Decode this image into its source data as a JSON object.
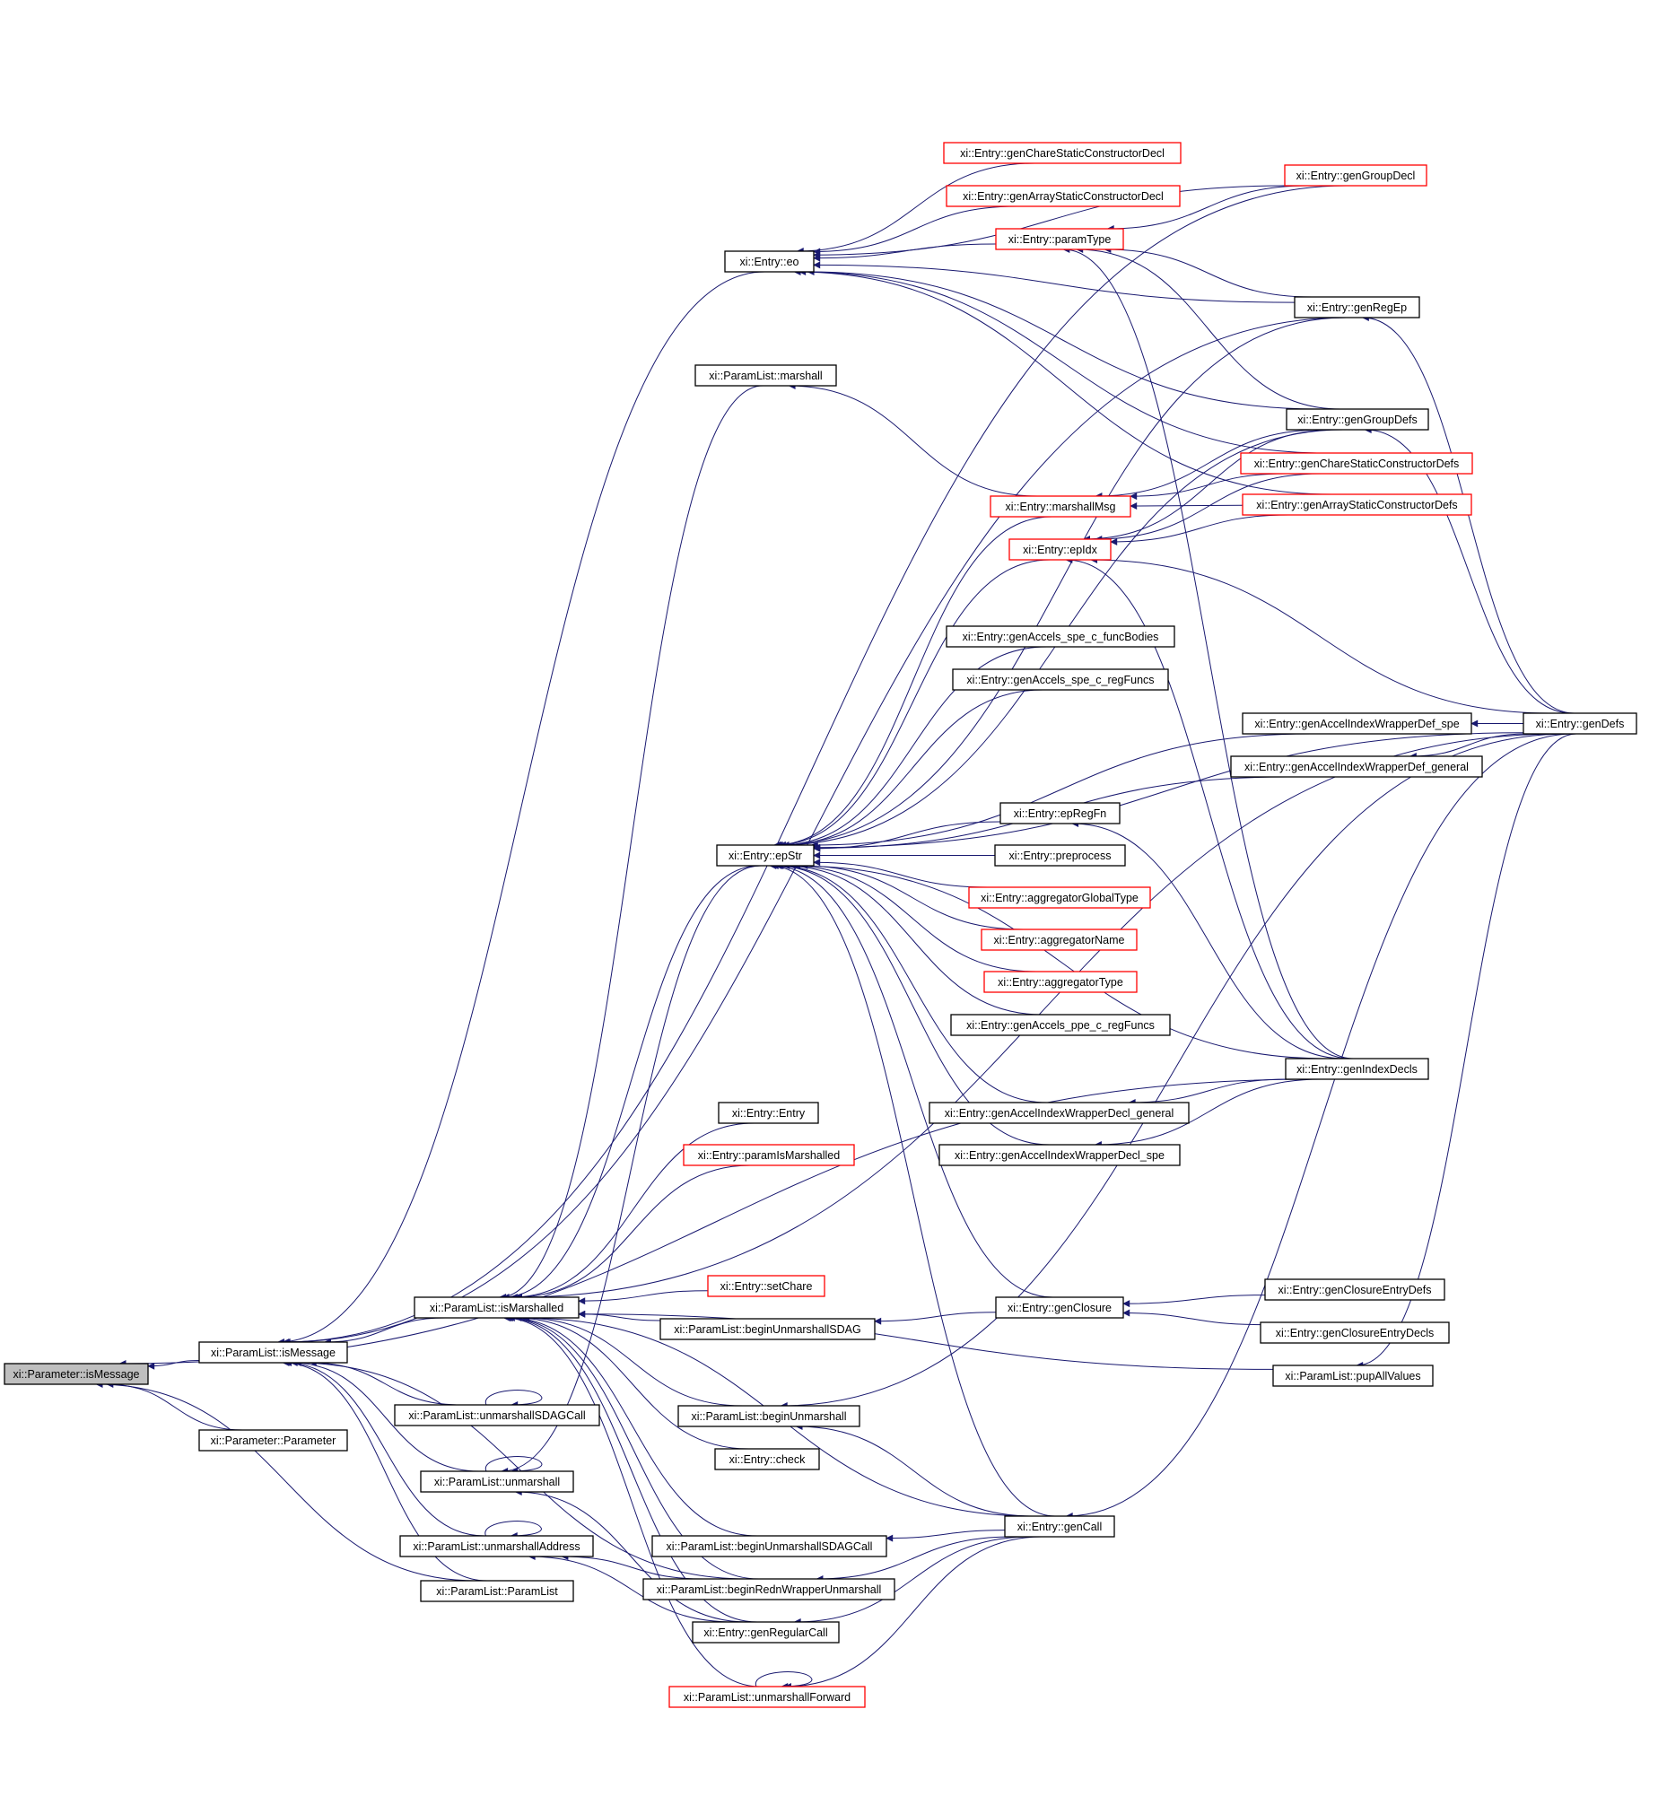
{
  "title": "",
  "colors": {
    "edge": "#191970",
    "node_border": "#000000",
    "truncated_border": "#ff0000",
    "root_fill": "#bfbfbf",
    "node_fill": "#ffffff"
  },
  "nodes": {
    "n_root": {
      "label": "xi::Parameter::isMessage",
      "style": "root"
    },
    "n_pl_ismsg": {
      "label": "xi::ParamList::isMessage",
      "style": "normal"
    },
    "n_param_ctor": {
      "label": "xi::Parameter::Parameter",
      "style": "normal"
    },
    "n_ismarsh": {
      "label": "xi::ParamList::isMarshalled",
      "style": "normal"
    },
    "n_unm_sdag": {
      "label": "xi::ParamList::unmarshallSDAGCall",
      "style": "normal"
    },
    "n_unm": {
      "label": "xi::ParamList::unmarshall",
      "style": "normal"
    },
    "n_unm_addr": {
      "label": "xi::ParamList::unmarshallAddress",
      "style": "normal"
    },
    "n_pl_ctor": {
      "label": "xi::ParamList::ParamList",
      "style": "normal"
    },
    "n_eo": {
      "label": "xi::Entry::eo",
      "style": "normal"
    },
    "n_marshall": {
      "label": "xi::ParamList::marshall",
      "style": "normal"
    },
    "n_epstr": {
      "label": "xi::Entry::epStr",
      "style": "normal"
    },
    "n_e_entry": {
      "label": "xi::Entry::Entry",
      "style": "normal"
    },
    "n_paramismarsh": {
      "label": "xi::Entry::paramIsMarshalled",
      "style": "truncated"
    },
    "n_setchare": {
      "label": "xi::Entry::setChare",
      "style": "truncated"
    },
    "n_begunm_sdag": {
      "label": "xi::ParamList::beginUnmarshallSDAG",
      "style": "normal"
    },
    "n_begunm": {
      "label": "xi::ParamList::beginUnmarshall",
      "style": "normal"
    },
    "n_check": {
      "label": "xi::Entry::check",
      "style": "normal"
    },
    "n_begunm_sdagcall": {
      "label": "xi::ParamList::beginUnmarshallSDAGCall",
      "style": "normal"
    },
    "n_begredn": {
      "label": "xi::ParamList::beginRednWrapperUnmarshall",
      "style": "normal"
    },
    "n_genregcall": {
      "label": "xi::Entry::genRegularCall",
      "style": "normal"
    },
    "n_unm_fwd": {
      "label": "xi::ParamList::unmarshallForward",
      "style": "truncated"
    },
    "n_chare_static_decl": {
      "label": "xi::Entry::genChareStaticConstructorDecl",
      "style": "truncated"
    },
    "n_array_static_decl": {
      "label": "xi::Entry::genArrayStaticConstructorDecl",
      "style": "truncated"
    },
    "n_paramtype": {
      "label": "xi::Entry::paramType",
      "style": "truncated"
    },
    "n_marshallmsg": {
      "label": "xi::Entry::marshallMsg",
      "style": "truncated"
    },
    "n_epidx": {
      "label": "xi::Entry::epIdx",
      "style": "truncated"
    },
    "n_accels_spe_func": {
      "label": "xi::Entry::genAccels_spe_c_funcBodies",
      "style": "normal"
    },
    "n_accels_spe_reg": {
      "label": "xi::Entry::genAccels_spe_c_regFuncs",
      "style": "normal"
    },
    "n_epregfn": {
      "label": "xi::Entry::epRegFn",
      "style": "normal"
    },
    "n_preprocess": {
      "label": "xi::Entry::preprocess",
      "style": "normal"
    },
    "n_aggr_global": {
      "label": "xi::Entry::aggregatorGlobalType",
      "style": "truncated"
    },
    "n_aggr_name": {
      "label": "xi::Entry::aggregatorName",
      "style": "truncated"
    },
    "n_aggr_type": {
      "label": "xi::Entry::aggregatorType",
      "style": "truncated"
    },
    "n_accels_ppe_reg": {
      "label": "xi::Entry::genAccels_ppe_c_regFuncs",
      "style": "normal"
    },
    "n_accidx_decl_gen": {
      "label": "xi::Entry::genAccelIndexWrapperDecl_general",
      "style": "normal"
    },
    "n_accidx_decl_spe": {
      "label": "xi::Entry::genAccelIndexWrapperDecl_spe",
      "style": "normal"
    },
    "n_genclosure": {
      "label": "xi::Entry::genClosure",
      "style": "normal"
    },
    "n_gencall": {
      "label": "xi::Entry::genCall",
      "style": "normal"
    },
    "n_gengroupdecl": {
      "label": "xi::Entry::genGroupDecl",
      "style": "truncated"
    },
    "n_genregep": {
      "label": "xi::Entry::genRegEp",
      "style": "normal"
    },
    "n_gengroupdefs": {
      "label": "xi::Entry::genGroupDefs",
      "style": "normal"
    },
    "n_chare_static_defs": {
      "label": "xi::Entry::genChareStaticConstructorDefs",
      "style": "truncated"
    },
    "n_array_static_defs": {
      "label": "xi::Entry::genArrayStaticConstructorDefs",
      "style": "truncated"
    },
    "n_accidx_def_spe": {
      "label": "xi::Entry::genAccelIndexWrapperDef_spe",
      "style": "normal"
    },
    "n_accidx_def_gen": {
      "label": "xi::Entry::genAccelIndexWrapperDef_general",
      "style": "normal"
    },
    "n_genindexdecls": {
      "label": "xi::Entry::genIndexDecls",
      "style": "normal"
    },
    "n_closure_defs": {
      "label": "xi::Entry::genClosureEntryDefs",
      "style": "normal"
    },
    "n_closure_decls": {
      "label": "xi::Entry::genClosureEntryDecls",
      "style": "normal"
    },
    "n_pupall": {
      "label": "xi::ParamList::pupAllValues",
      "style": "normal"
    },
    "n_gendefs": {
      "label": "xi::Entry::genDefs",
      "style": "normal"
    }
  },
  "edges": [
    [
      "n_pl_ismsg",
      "n_root"
    ],
    [
      "n_param_ctor",
      "n_root"
    ],
    [
      "n_pl_ctor",
      "n_root"
    ],
    [
      "n_genindexdecls",
      "n_root"
    ],
    [
      "n_ismarsh",
      "n_pl_ismsg"
    ],
    [
      "n_unm_sdag",
      "n_pl_ismsg"
    ],
    [
      "n_unm",
      "n_pl_ismsg"
    ],
    [
      "n_unm_addr",
      "n_pl_ismsg"
    ],
    [
      "n_pl_ctor",
      "n_pl_ismsg"
    ],
    [
      "n_eo",
      "n_pl_ismsg"
    ],
    [
      "n_gengroupdecl",
      "n_pl_ismsg"
    ],
    [
      "n_begredn",
      "n_pl_ismsg"
    ],
    [
      "n_genregep",
      "n_pl_ismsg"
    ],
    [
      "n_unm_sdag",
      "n_unm_sdag"
    ],
    [
      "n_unm",
      "n_unm"
    ],
    [
      "n_unm_addr",
      "n_unm_addr"
    ],
    [
      "n_unm_fwd",
      "n_unm_fwd"
    ],
    [
      "n_genregcall",
      "n_unm"
    ],
    [
      "n_epstr",
      "n_unm"
    ],
    [
      "n_genregcall",
      "n_unm_addr"
    ],
    [
      "n_begredn",
      "n_unm_addr"
    ],
    [
      "n_marshall",
      "n_ismarsh"
    ],
    [
      "n_epstr",
      "n_ismarsh"
    ],
    [
      "n_e_entry",
      "n_ismarsh"
    ],
    [
      "n_paramismarsh",
      "n_ismarsh"
    ],
    [
      "n_setchare",
      "n_ismarsh"
    ],
    [
      "n_begunm_sdag",
      "n_ismarsh"
    ],
    [
      "n_begunm",
      "n_ismarsh"
    ],
    [
      "n_check",
      "n_ismarsh"
    ],
    [
      "n_begunm_sdagcall",
      "n_ismarsh"
    ],
    [
      "n_begredn",
      "n_ismarsh"
    ],
    [
      "n_genregcall",
      "n_ismarsh"
    ],
    [
      "n_unm_fwd",
      "n_ismarsh"
    ],
    [
      "n_pupall",
      "n_ismarsh"
    ],
    [
      "n_gendefs",
      "n_ismarsh"
    ],
    [
      "n_gencall",
      "n_ismarsh"
    ],
    [
      "n_chare_static_decl",
      "n_eo"
    ],
    [
      "n_array_static_decl",
      "n_eo"
    ],
    [
      "n_paramtype",
      "n_eo"
    ],
    [
      "n_gengroupdecl",
      "n_eo"
    ],
    [
      "n_genregep",
      "n_eo"
    ],
    [
      "n_gengroupdefs",
      "n_eo"
    ],
    [
      "n_chare_static_defs",
      "n_eo"
    ],
    [
      "n_array_static_defs",
      "n_eo"
    ],
    [
      "n_gengroupdecl",
      "n_paramtype"
    ],
    [
      "n_genregep",
      "n_paramtype"
    ],
    [
      "n_gengroupdefs",
      "n_paramtype"
    ],
    [
      "n_genindexdecls",
      "n_paramtype"
    ],
    [
      "n_marshallmsg",
      "n_marshall"
    ],
    [
      "n_gengroupdefs",
      "n_marshallmsg"
    ],
    [
      "n_chare_static_defs",
      "n_marshallmsg"
    ],
    [
      "n_array_static_defs",
      "n_marshallmsg"
    ],
    [
      "n_gengroupdefs",
      "n_epidx"
    ],
    [
      "n_chare_static_defs",
      "n_epidx"
    ],
    [
      "n_array_static_defs",
      "n_epidx"
    ],
    [
      "n_genindexdecls",
      "n_epidx"
    ],
    [
      "n_gendefs",
      "n_epidx"
    ],
    [
      "n_marshallmsg",
      "n_epstr"
    ],
    [
      "n_epidx",
      "n_epstr"
    ],
    [
      "n_accels_spe_func",
      "n_epstr"
    ],
    [
      "n_accels_spe_reg",
      "n_epstr"
    ],
    [
      "n_accidx_def_spe",
      "n_epstr"
    ],
    [
      "n_accidx_def_gen",
      "n_epstr"
    ],
    [
      "n_epregfn",
      "n_epstr"
    ],
    [
      "n_preprocess",
      "n_epstr"
    ],
    [
      "n_aggr_global",
      "n_epstr"
    ],
    [
      "n_aggr_name",
      "n_epstr"
    ],
    [
      "n_aggr_type",
      "n_epstr"
    ],
    [
      "n_accels_ppe_reg",
      "n_epstr"
    ],
    [
      "n_accidx_decl_gen",
      "n_epstr"
    ],
    [
      "n_accidx_decl_spe",
      "n_epstr"
    ],
    [
      "n_genindexdecls",
      "n_epstr"
    ],
    [
      "n_genclosure",
      "n_epstr"
    ],
    [
      "n_gencall",
      "n_epstr"
    ],
    [
      "n_genregep",
      "n_epstr"
    ],
    [
      "n_gengroupdefs",
      "n_epstr"
    ],
    [
      "n_gendefs",
      "n_epstr"
    ],
    [
      "n_genindexdecls",
      "n_epregfn"
    ],
    [
      "n_genindexdecls",
      "n_accidx_decl_gen"
    ],
    [
      "n_genindexdecls",
      "n_accidx_decl_spe"
    ],
    [
      "n_gendefs",
      "n_accidx_def_spe"
    ],
    [
      "n_gendefs",
      "n_accidx_def_gen"
    ],
    [
      "n_gendefs",
      "n_genregep"
    ],
    [
      "n_gendefs",
      "n_gengroupdefs"
    ],
    [
      "n_gendefs",
      "n_pupall"
    ],
    [
      "n_gendefs",
      "n_begunm"
    ],
    [
      "n_gendefs",
      "n_gencall"
    ],
    [
      "n_closure_defs",
      "n_genclosure"
    ],
    [
      "n_closure_decls",
      "n_genclosure"
    ],
    [
      "n_genclosure",
      "n_begunm_sdag"
    ],
    [
      "n_gencall",
      "n_begunm"
    ],
    [
      "n_gencall",
      "n_begunm_sdagcall"
    ],
    [
      "n_gencall",
      "n_begredn"
    ],
    [
      "n_gencall",
      "n_genregcall"
    ],
    [
      "n_gencall",
      "n_unm_fwd"
    ]
  ]
}
